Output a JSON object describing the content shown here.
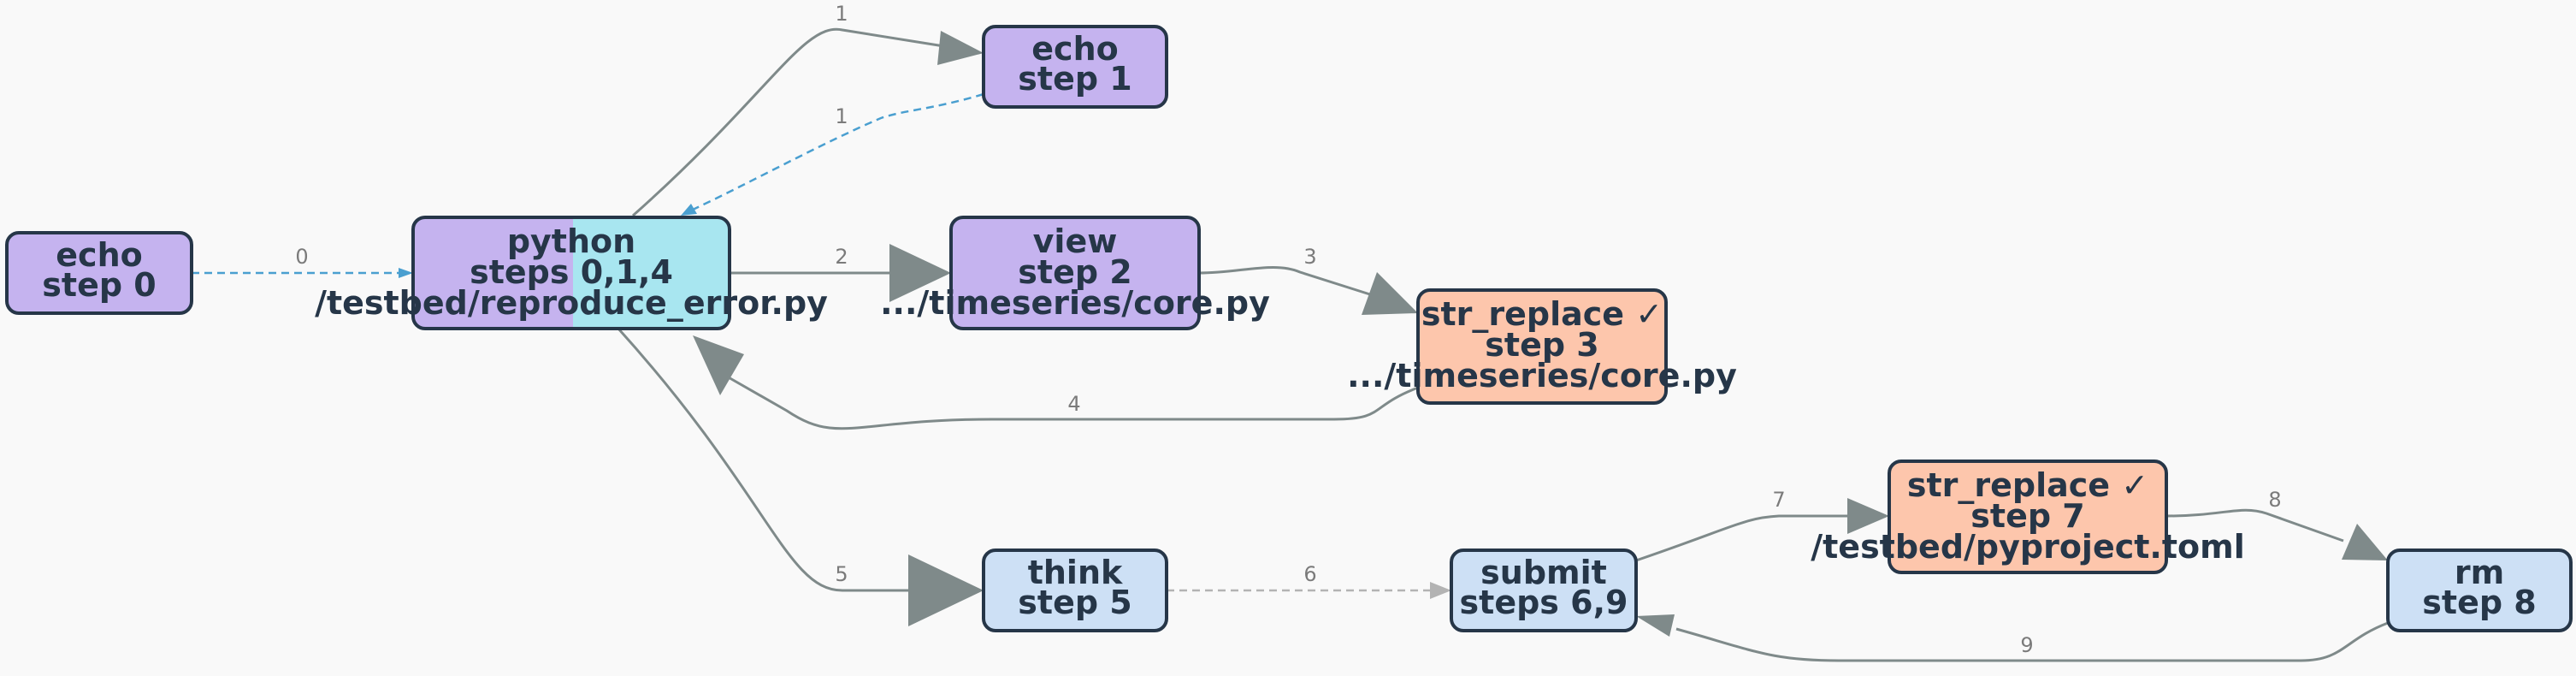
{
  "colors": {
    "background": "#f9f9f9",
    "purple": "#c5b3ef",
    "cyan": "#a8e6f0",
    "peach": "#fdc6ac",
    "blue": "#cde0f5",
    "border": "#263648",
    "edge_solid": "#7f8a8a",
    "edge_dashed_blue": "#4a9fd0",
    "edge_dashed_gray": "#b3b3b3",
    "edge_label": "#7b7b7b"
  },
  "nodes": [
    {
      "id": "echo0",
      "lines": [
        "echo",
        "step 0"
      ]
    },
    {
      "id": "python",
      "lines": [
        "python",
        "steps 0,1,4",
        "/testbed/reproduce_error.py"
      ]
    },
    {
      "id": "echo1",
      "lines": [
        "echo",
        "step 1"
      ]
    },
    {
      "id": "view2",
      "lines": [
        "view",
        "step 2",
        ".../timeseries/core.py"
      ]
    },
    {
      "id": "str3",
      "lines": [
        "str_replace ✓",
        "step 3",
        ".../timeseries/core.py"
      ]
    },
    {
      "id": "think5",
      "lines": [
        "think",
        "step 5"
      ]
    },
    {
      "id": "submit",
      "lines": [
        "submit",
        "steps 6,9"
      ]
    },
    {
      "id": "str7",
      "lines": [
        "str_replace ✓",
        "step 7",
        "/testbed/pyproject.toml"
      ]
    },
    {
      "id": "rm8",
      "lines": [
        "rm",
        "step 8"
      ]
    }
  ],
  "edges": [
    {
      "from": "echo0",
      "to": "python",
      "label": "0",
      "style": "dashed"
    },
    {
      "from": "python",
      "to": "echo1",
      "label": "1",
      "style": "solid"
    },
    {
      "from": "echo1",
      "to": "python",
      "label": "1",
      "style": "dashed"
    },
    {
      "from": "python",
      "to": "view2",
      "label": "2",
      "style": "solid"
    },
    {
      "from": "view2",
      "to": "str3",
      "label": "3",
      "style": "solid"
    },
    {
      "from": "str3",
      "to": "python",
      "label": "4",
      "style": "solid"
    },
    {
      "from": "python",
      "to": "think5",
      "label": "5",
      "style": "solid"
    },
    {
      "from": "think5",
      "to": "submit",
      "label": "6",
      "style": "dashed"
    },
    {
      "from": "submit",
      "to": "str7",
      "label": "7",
      "style": "solid"
    },
    {
      "from": "str7",
      "to": "rm8",
      "label": "8",
      "style": "solid"
    },
    {
      "from": "rm8",
      "to": "submit",
      "label": "9",
      "style": "solid"
    }
  ]
}
